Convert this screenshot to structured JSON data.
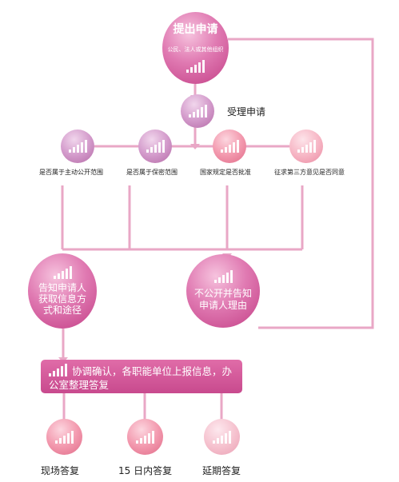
{
  "nodes": {
    "apply": {
      "title": "提出申请",
      "subtitle": "公民、法人或其他组织"
    },
    "accept": {
      "label": "受理申请"
    },
    "scope_public": {
      "label": "是否属于主动公开范围"
    },
    "scope_secret": {
      "label": "是否属于保密范围"
    },
    "scope_state": {
      "label": "国家规定是否批准"
    },
    "scope_third": {
      "label": "征求第三方意见是否同意"
    },
    "inform_way": {
      "title": "告知申请人获取信息方式和途径"
    },
    "inform_refuse": {
      "title": "不公开并告知申请人理由"
    },
    "coordinate": {
      "title": "协调确认，各职能单位上报信息，办公室整理答复"
    },
    "reply_now": {
      "label": "现场答复"
    },
    "reply_15": {
      "label": "15 日内答复"
    },
    "reply_delay": {
      "label": "延期答复"
    }
  },
  "colors": {
    "connector": "#e9a7c6",
    "magenta": "#d4569a",
    "purple": "#c587bd",
    "rose": "#ea8aa2",
    "pink": "#f2a9bb"
  },
  "icon_names": [
    "signal-bars-icon"
  ]
}
